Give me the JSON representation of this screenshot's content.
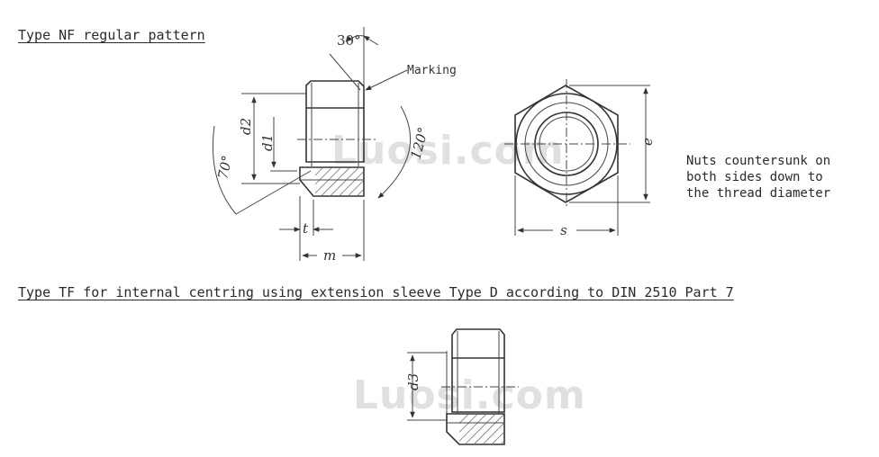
{
  "headings": {
    "nf": "Type NF regular pattern",
    "tf": "Type TF for internal centring using extension sleeve Type D according to DIN 2510 Part 7"
  },
  "labels": {
    "angle_30": "30°",
    "marking": "Marking",
    "angle_70": "70°",
    "angle_120": "120°",
    "d1": "d1",
    "d2": "d2",
    "d3": "d3",
    "e": "e",
    "s": "s",
    "t": "t",
    "m": "m"
  },
  "note": {
    "line1": "Nuts countersunk on",
    "line2": "both sides down to",
    "line3": "the thread diameter"
  },
  "watermark": "Luosi.com"
}
